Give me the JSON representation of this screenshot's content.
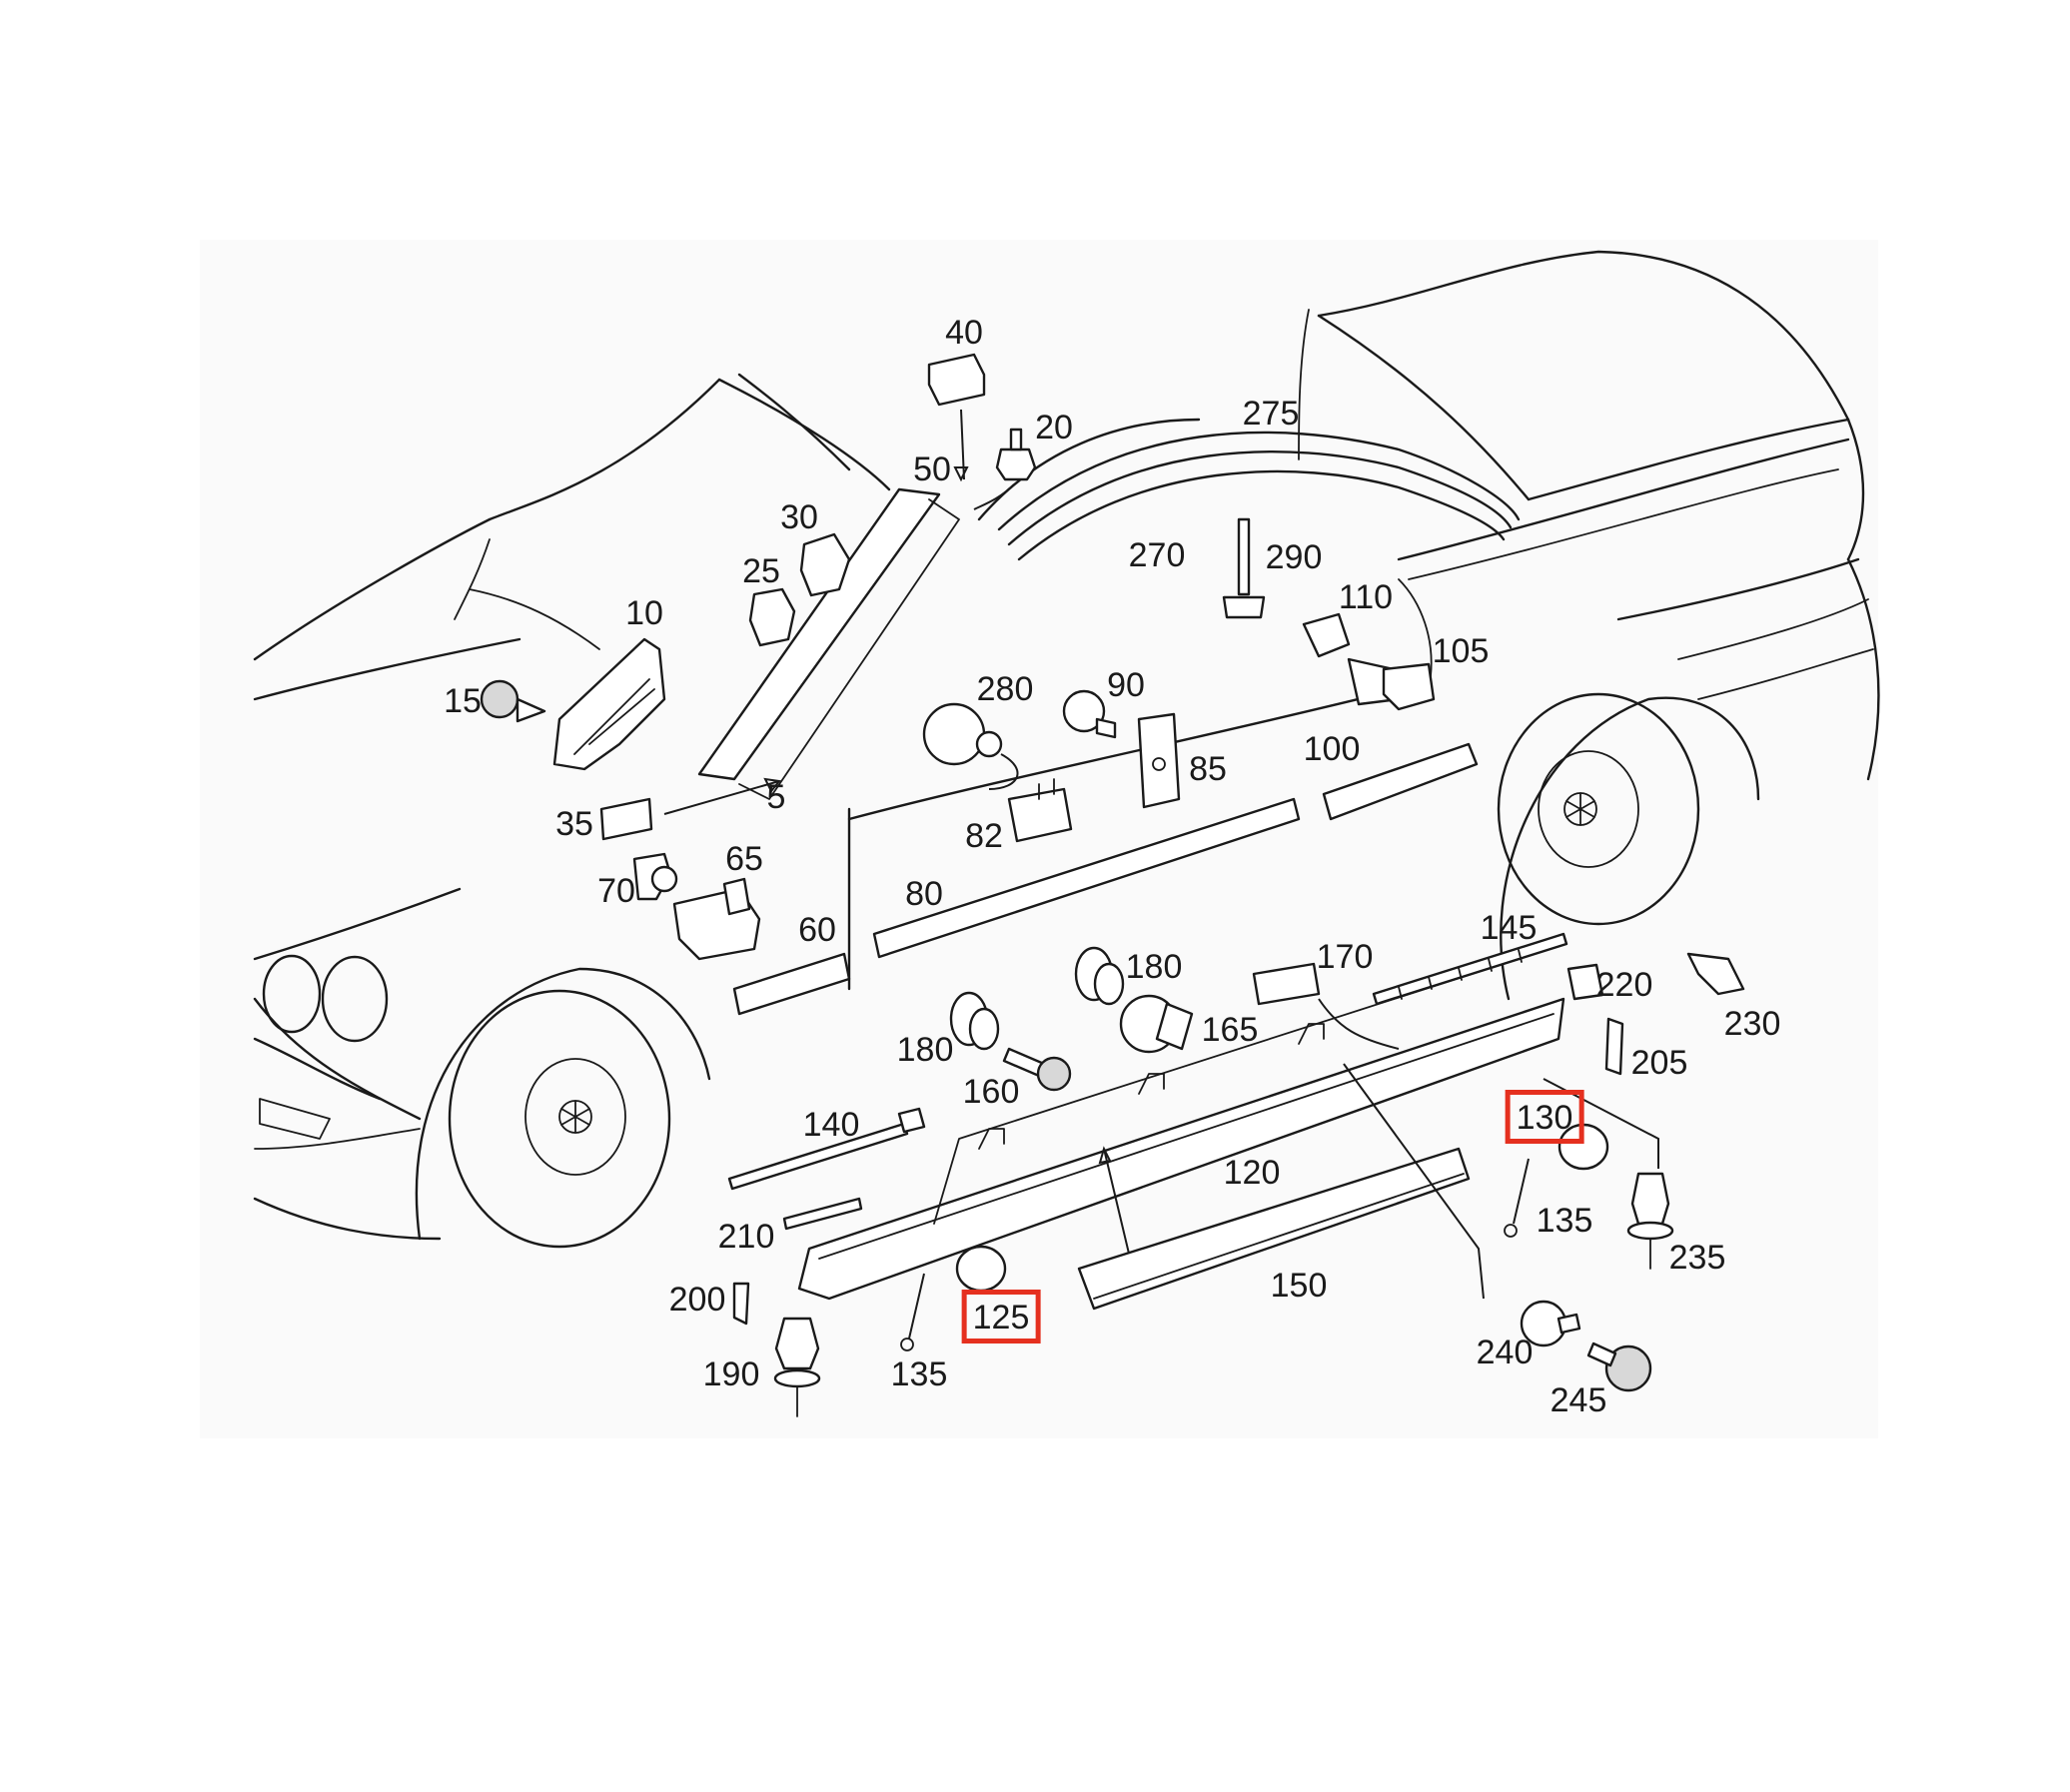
{
  "highlight_color": "#e5301f",
  "line_color": "#1a1a1a",
  "callouts": [
    {
      "label": "40"
    },
    {
      "label": "20"
    },
    {
      "label": "50"
    },
    {
      "label": "275"
    },
    {
      "label": "30"
    },
    {
      "label": "25"
    },
    {
      "label": "270"
    },
    {
      "label": "290"
    },
    {
      "label": "10"
    },
    {
      "label": "110"
    },
    {
      "label": "105"
    },
    {
      "label": "15"
    },
    {
      "label": "280"
    },
    {
      "label": "90"
    },
    {
      "label": "100"
    },
    {
      "label": "85"
    },
    {
      "label": "5"
    },
    {
      "label": "35"
    },
    {
      "label": "82"
    },
    {
      "label": "65"
    },
    {
      "label": "70"
    },
    {
      "label": "80"
    },
    {
      "label": "60"
    },
    {
      "label": "145"
    },
    {
      "label": "180"
    },
    {
      "label": "170"
    },
    {
      "label": "220"
    },
    {
      "label": "230"
    },
    {
      "label": "165"
    },
    {
      "label": "180"
    },
    {
      "label": "205"
    },
    {
      "label": "160"
    },
    {
      "label": "130",
      "highlighted": true
    },
    {
      "label": "140"
    },
    {
      "label": "120"
    },
    {
      "label": "135"
    },
    {
      "label": "235"
    },
    {
      "label": "210"
    },
    {
      "label": "150"
    },
    {
      "label": "200"
    },
    {
      "label": "125",
      "highlighted": true
    },
    {
      "label": "240"
    },
    {
      "label": "190"
    },
    {
      "label": "135"
    },
    {
      "label": "245"
    }
  ]
}
